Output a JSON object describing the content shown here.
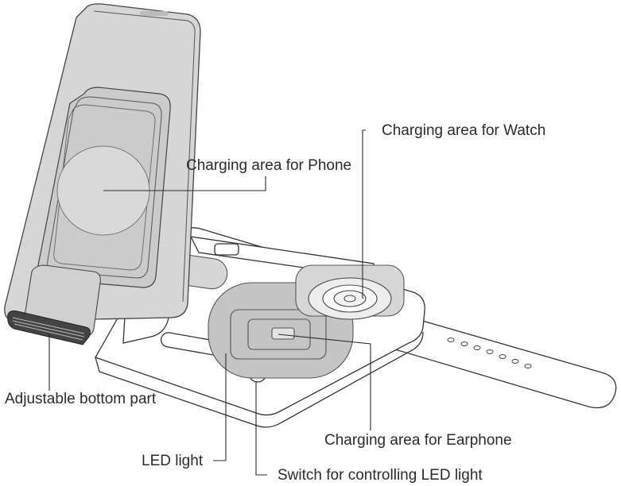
{
  "labels": {
    "watch": "Charging area for Watch",
    "phone": "Charging area for Phone",
    "adjustable": "Adjustable bottom part",
    "earphone": "Charging area for Earphone",
    "led": "LED light",
    "switch": "Switch for controlling LED light"
  }
}
